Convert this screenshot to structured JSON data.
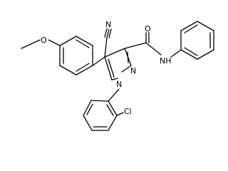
{
  "molecule": {
    "atoms": {
      "cyano_n": "N",
      "amide_o": "O",
      "amide_nh": "NH",
      "ring_n_top": "N",
      "ring_n_bottom": "N",
      "methoxy_o": "O",
      "chloro": "Cl"
    }
  },
  "colors": {
    "bond": "#000000",
    "label": "#000000",
    "background": "#ffffff"
  }
}
